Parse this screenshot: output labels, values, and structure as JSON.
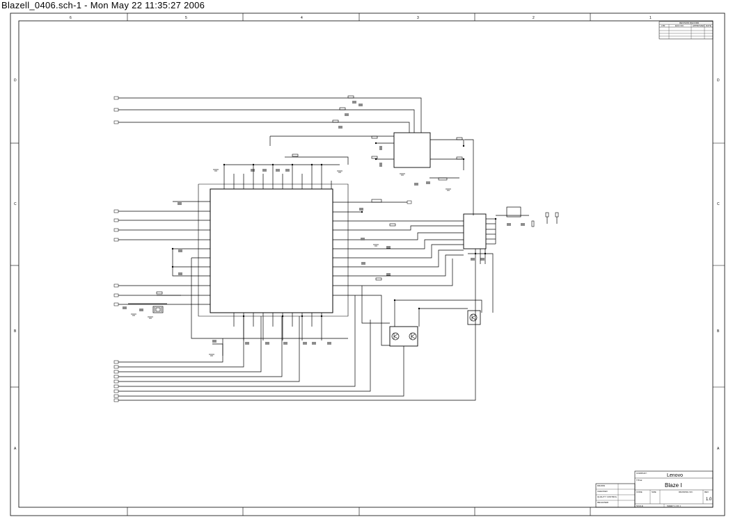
{
  "title": "Blazell_0406.sch-1 - Mon May 22 11:35:27 2006",
  "border": {
    "columns": [
      "6",
      "5",
      "4",
      "3",
      "2",
      "1"
    ],
    "rows": [
      "D",
      "C",
      "B",
      "A"
    ]
  },
  "revision_block": {
    "heading": "REVISION RECORD",
    "columns": [
      "LTR",
      "ECO NO.",
      "APPROVED",
      "DATE"
    ]
  },
  "title_block": {
    "company_label": "COMPANY:",
    "company": "Lenovo",
    "title_label": "TITLE:",
    "title": "Blaze I",
    "revision": "1.0",
    "sheet": "SHEET 1 OF 1",
    "fields": [
      "DRAWN",
      "CHECKED",
      "QUALITY CONTROL",
      "RELEASED",
      "CODE",
      "SIZE",
      "DRAWING NO.",
      "REV",
      "SCALE"
    ]
  },
  "icons": [
    "connector-icon",
    "capacitor-icon",
    "resistor-icon",
    "ground-icon",
    "crystal-icon",
    "transistor-icon"
  ]
}
